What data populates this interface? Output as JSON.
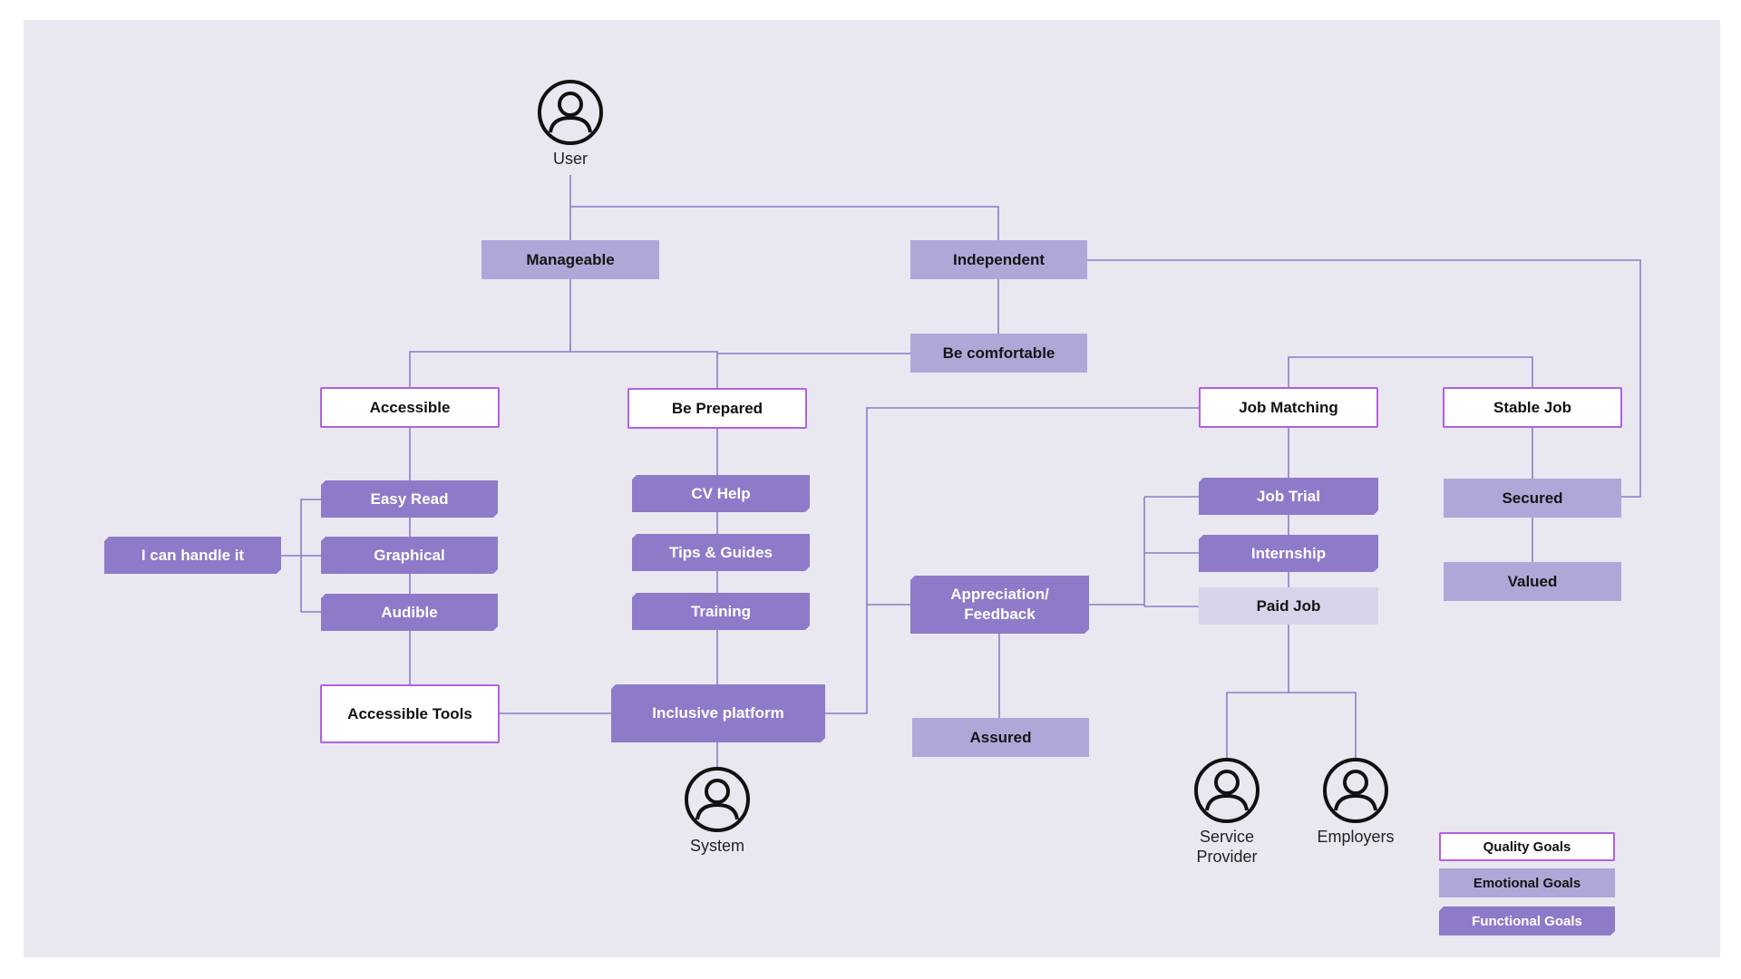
{
  "actors": {
    "user": "User",
    "system": "System",
    "service_provider": "Service Provider",
    "employers": "Employers"
  },
  "nodes": {
    "manageable": "Manageable",
    "independent": "Independent",
    "be_comfortable": "Be comfortable",
    "accessible": "Accessible",
    "be_prepared": "Be Prepared",
    "job_matching": "Job Matching",
    "stable_job": "Stable Job",
    "easy_read": "Easy Read",
    "graphical": "Graphical",
    "audible": "Audible",
    "i_can_handle_it": "I can handle it",
    "cv_help": "CV Help",
    "tips_guides": "Tips & Guides",
    "training": "Training",
    "accessible_tools": "Accessible Tools",
    "inclusive_platform": "Inclusive platform",
    "appreciation_feedback": "Appreciation/ Feedback",
    "assured": "Assured",
    "job_trial": "Job Trial",
    "internship": "Internship",
    "paid_job": "Paid Job",
    "secured": "Secured",
    "valued": "Valued"
  },
  "legend": {
    "quality": "Quality Goals",
    "emotional": "Emotional Goals",
    "functional": "Functional Goals"
  },
  "colors": {
    "background": "#e9e8f1",
    "quality_border": "#b45fe0",
    "emotional_fill": "#b0a7d8",
    "functional_fill": "#8e7ac9",
    "paid_job_fill": "#d8d3ea",
    "connector": "#8e7ac9"
  },
  "icons": {
    "actor": "person-circle-icon"
  }
}
